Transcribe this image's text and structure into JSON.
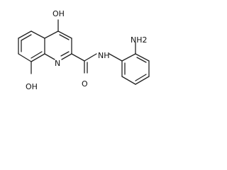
{
  "molecule": {
    "labels": {
      "hydroxy_top": "OH",
      "hydroxy_bottom": "OH",
      "ring_nitrogen": "N",
      "carbonyl_oxygen": "O",
      "amide_nh": "NH",
      "amino": "NH2"
    }
  }
}
